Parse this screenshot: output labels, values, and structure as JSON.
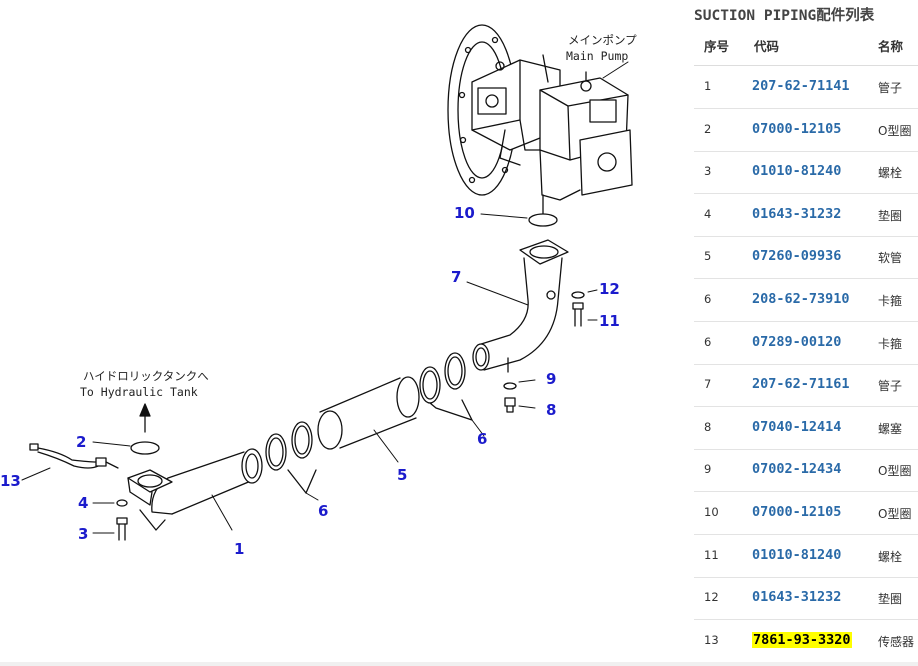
{
  "diagram": {
    "main_pump_label_jp": "メインポンプ",
    "main_pump_label_en": "Main Pump",
    "tank_label_jp": "ハイドロリックタンクへ",
    "tank_label_en": "To Hydraulic Tank",
    "callouts": [
      "10",
      "7",
      "12",
      "11",
      "9",
      "8",
      "6",
      "5",
      "6",
      "2",
      "13",
      "4",
      "3",
      "1"
    ]
  },
  "panel": {
    "title": "SUCTION PIPING配件列表",
    "headers": {
      "no": "序号",
      "code": "代码",
      "name": "名称"
    },
    "rows": [
      {
        "no": "1",
        "code": "207-62-71141",
        "name": "管子"
      },
      {
        "no": "2",
        "code": "07000-12105",
        "name": "O型圈"
      },
      {
        "no": "3",
        "code": "01010-81240",
        "name": "螺栓"
      },
      {
        "no": "4",
        "code": "01643-31232",
        "name": "垫圈"
      },
      {
        "no": "5",
        "code": "07260-09936",
        "name": "软管"
      },
      {
        "no": "6",
        "code": "208-62-73910",
        "name": "卡箍"
      },
      {
        "no": "6",
        "code": "07289-00120",
        "name": "卡箍"
      },
      {
        "no": "7",
        "code": "207-62-71161",
        "name": "管子"
      },
      {
        "no": "8",
        "code": "07040-12414",
        "name": "螺塞"
      },
      {
        "no": "9",
        "code": "07002-12434",
        "name": "O型圈"
      },
      {
        "no": "10",
        "code": "07000-12105",
        "name": "O型圈"
      },
      {
        "no": "11",
        "code": "01010-81240",
        "name": "螺栓"
      },
      {
        "no": "12",
        "code": "01643-31232",
        "name": "垫圈"
      },
      {
        "no": "13",
        "code": "7861-93-3320",
        "name": "传感器",
        "highlight": true
      }
    ]
  }
}
